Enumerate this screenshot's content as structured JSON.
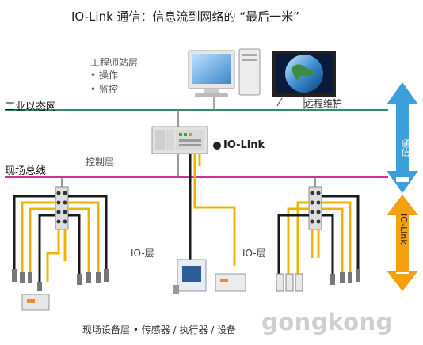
{
  "title": "IO-Link 通信：信息流到网络的 “最后一米”",
  "engineering_station": {
    "title": "工程师站层",
    "items": [
      "• 操作",
      "• 监控"
    ]
  },
  "industrial_network": "工业以态网",
  "remote_maintenance": "远程维护",
  "field_bus": "现场总线",
  "control_layer": "控制层",
  "io_link_logo": "IO-Link",
  "io_layer_label": "IO-层",
  "bottom_text": "现场设备层 • 传感器 / 执行器 / 设备",
  "communication_arrow": "通信",
  "io_link_arrow": "IO-Link",
  "watermark": "gongkong",
  "colors": {
    "industrial_network_line": "#2e8b7a",
    "field_bus_line": "#c9358e",
    "yellow_cable": "#f0b400",
    "black_cable": "#1a1a1a",
    "comm_arrow": "#3aa0dc",
    "io_link_arrow": "#f5a010"
  }
}
